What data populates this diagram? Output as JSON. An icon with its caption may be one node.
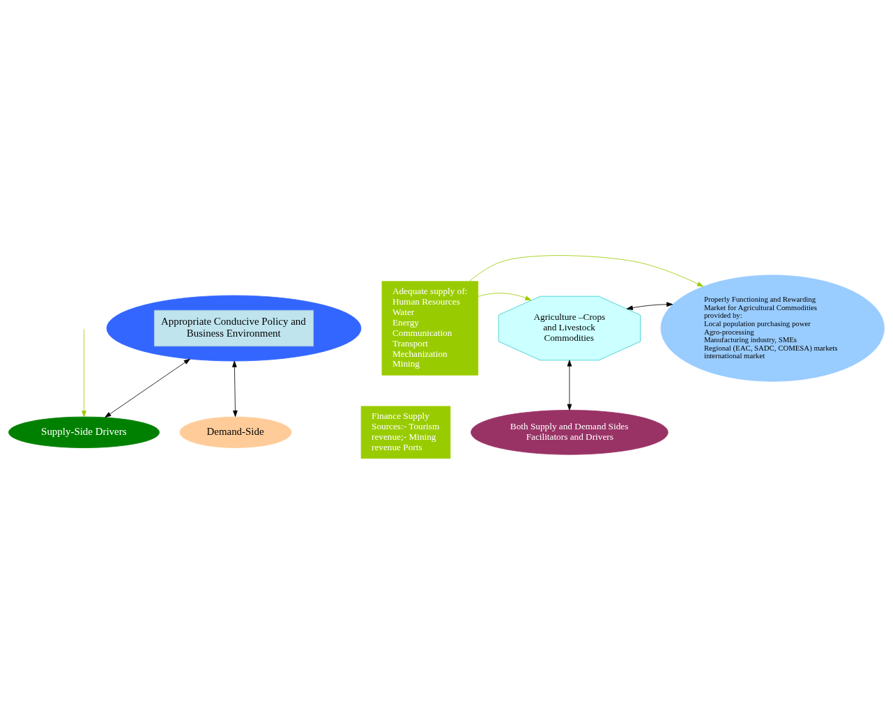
{
  "diagram": {
    "nodes": [
      {
        "text": [
          "Appropriate Conducive Policy and Business Environment"
        ]
      },
      {
        "text": [
          "Supply-Side Drivers"
        ]
      },
      {
        "text": [
          "Demand-Side"
        ]
      },
      {
        "text": [
          "Adequate supply of:",
          "Human Resources",
          "Water",
          "Energy",
          "Communication",
          "Transport",
          "Mechanization",
          "Mining"
        ]
      },
      {
        "text": [
          "Agriculture –Crops and Livestock Commodities"
        ]
      },
      {
        "text": [
          "Properly Functioning and Rewarding Market for Agricultural Commodities provided by:",
          "Local population purchasing power",
          "Agro-processing",
          "Manufacturing industry, SMEs",
          "Regional (EAC, SADC, COMESA) markets international market"
        ]
      },
      {
        "text": [
          "Both Supply and Demand Sides Facilitators and Drivers"
        ]
      },
      {
        "text": [
          "Finance Supply Sources:- Tourism revenue;- Mining revenue Ports"
        ]
      }
    ],
    "edges": [
      {
        "from": 0,
        "to": 1,
        "arrow": "both"
      },
      {
        "from": 0,
        "to": 2,
        "arrow": "both"
      },
      {
        "from": null,
        "to": 1,
        "arrow": "to",
        "color": "#99cc00"
      },
      {
        "from": 3,
        "to": 4,
        "arrow": "to",
        "color": "#99cc00"
      },
      {
        "from": 4,
        "to": 5,
        "arrow": "both"
      },
      {
        "from": 3,
        "to": 5,
        "arrow": "to",
        "color": "#99cc00"
      },
      {
        "from": 4,
        "to": 6,
        "arrow": "both"
      }
    ]
  }
}
